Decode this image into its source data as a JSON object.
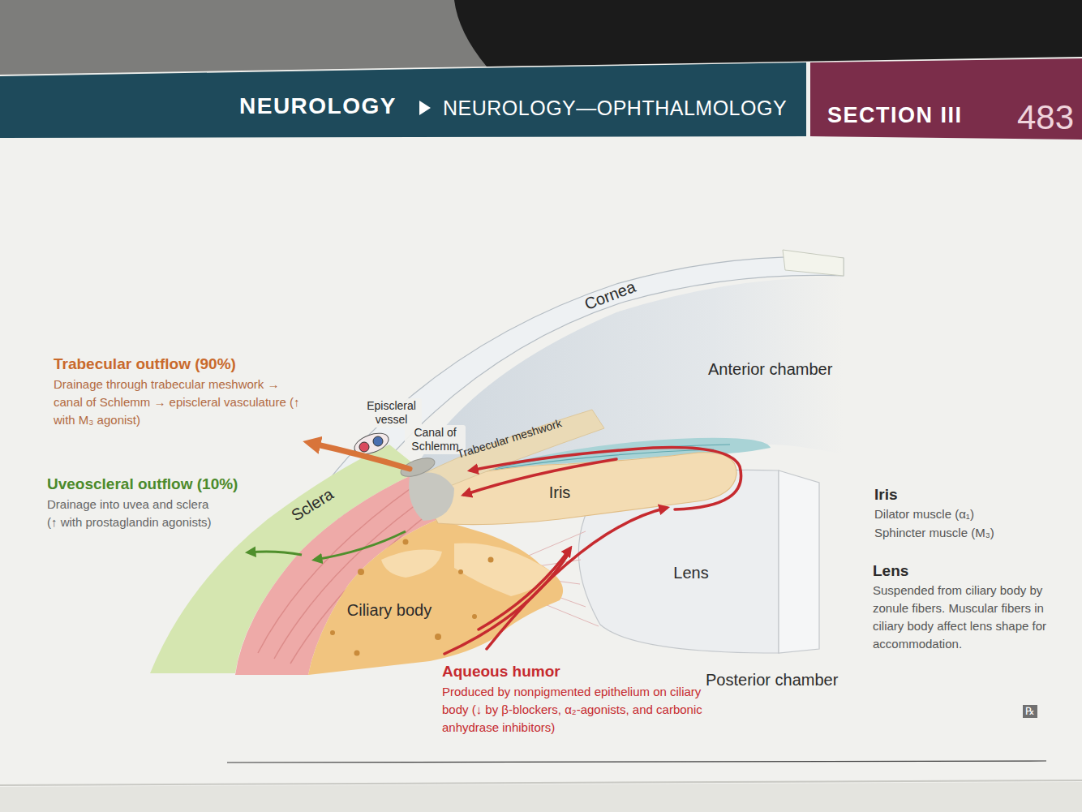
{
  "diagram": {
    "labels": [
      "NEUROLOGY",
      "NEUROLOGY—OPHTHALMOLOGY",
      "SECTION III",
      "483",
      "Cornea",
      "Anterior chamber",
      "Trabecular outflow (90%)",
      "Drainage through trabecular meshwork → canal of Schlemm → episcleral vasculature (↑ with M₃ agonist)",
      "Episcleral vessel",
      "Canal of Schlemm",
      "Trabecular meshwork",
      "Uveoscleral outflow (10%)",
      "Drainage into uvea and sclera (↑ with prostaglandin agonists)",
      "Sclera",
      "Iris",
      "Iris",
      "Dilator muscle (α₁)",
      "Sphincter muscle (M₃)",
      "Lens",
      "Lens",
      "Suspended from ciliary body by zonule fibers. Muscular fibers in ciliary body affect lens shape for accommodation.",
      "Ciliary body",
      "Aqueous humor",
      "Produced by nonpigmented epithelium on ciliary body (↓ by β-blockers, α₂-agonists, and carbonic anhydrase inhibitors)",
      "Posterior chamber",
      "℞"
    ]
  }
}
